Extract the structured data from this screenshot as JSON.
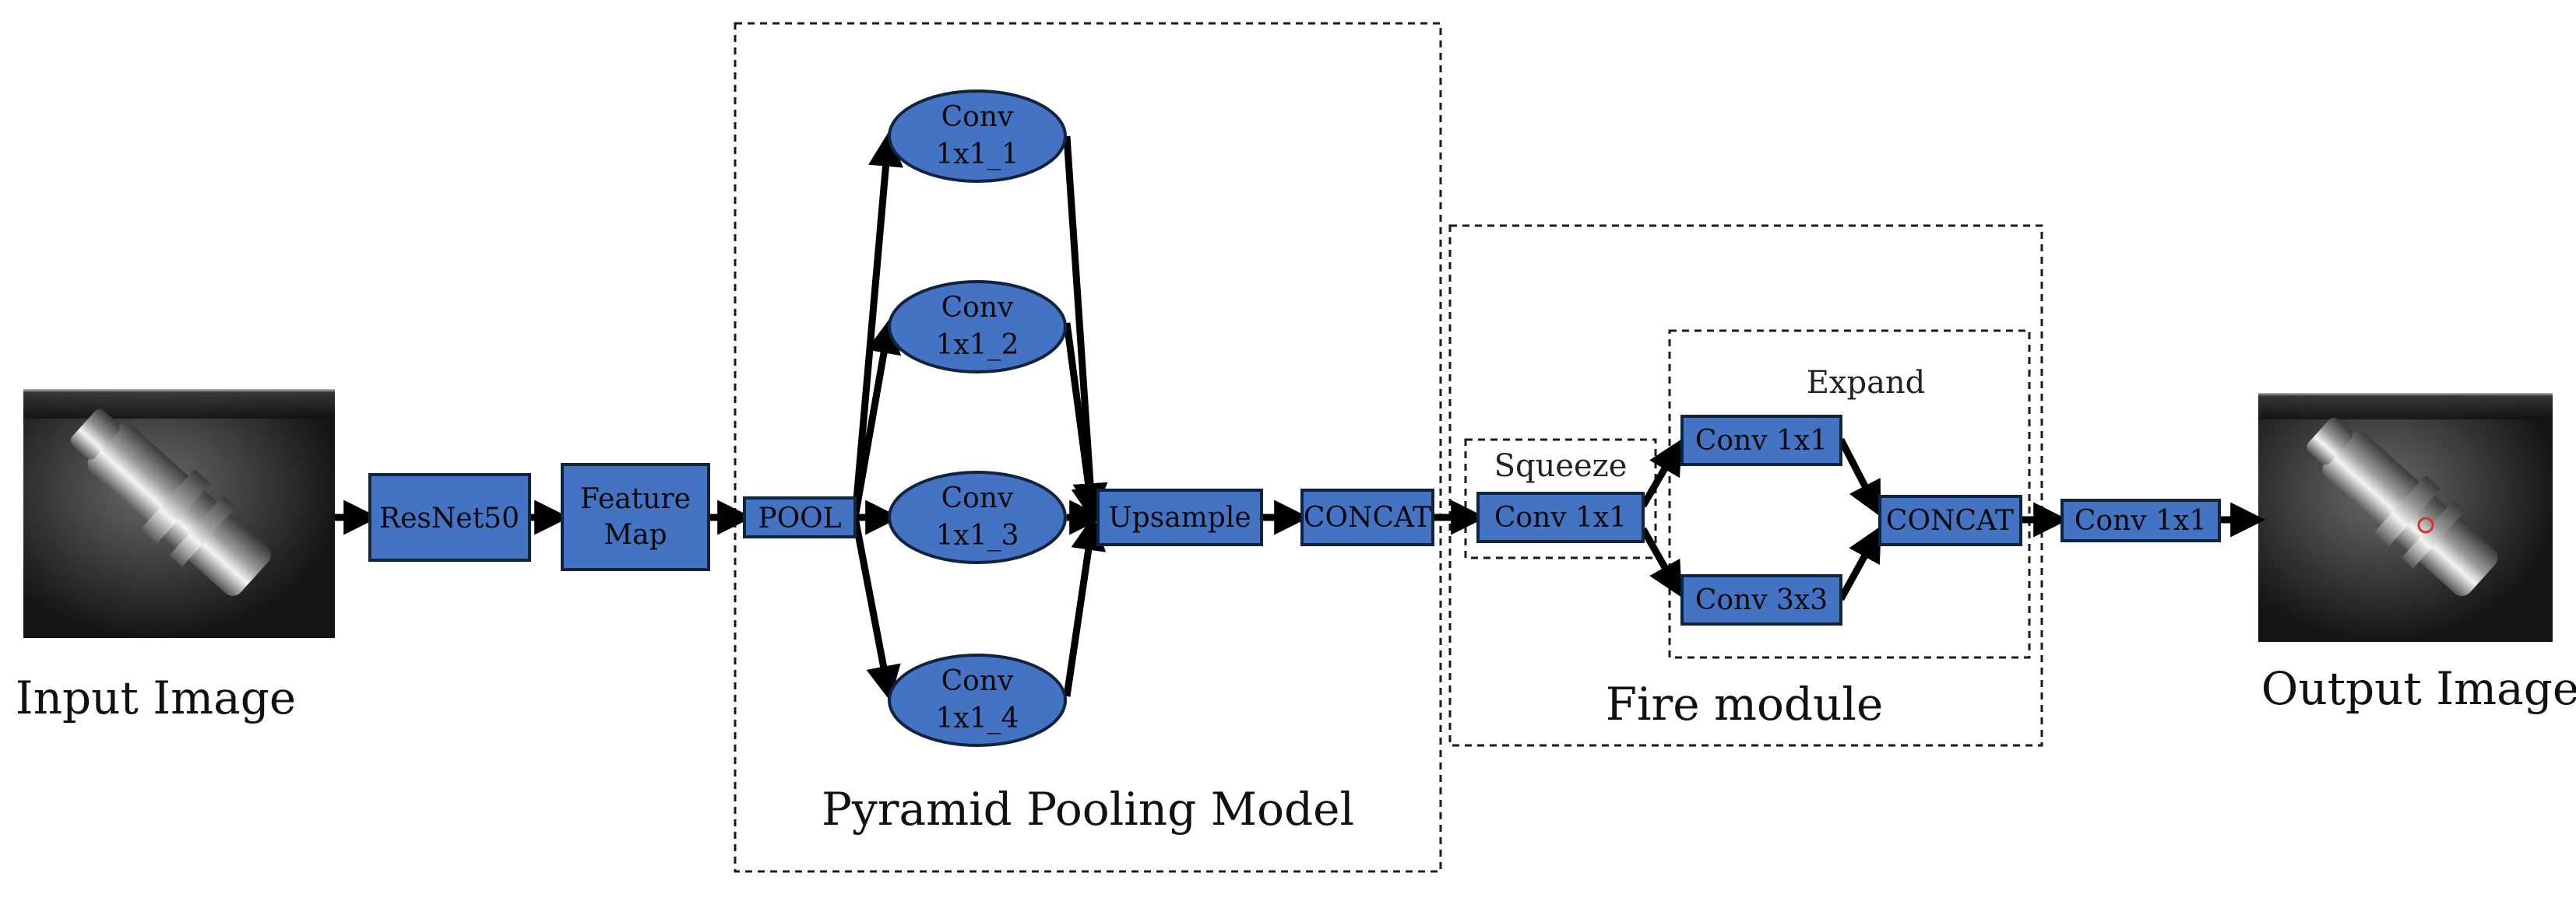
{
  "input": {
    "caption": "Input Image"
  },
  "output": {
    "caption": "Output Image"
  },
  "nodes": {
    "resnet": "ResNet50",
    "feature_map": [
      "Feature",
      "Map"
    ],
    "pool": "POOL",
    "conv1": [
      "Conv",
      "1x1_1"
    ],
    "conv2": [
      "Conv",
      "1x1_2"
    ],
    "conv3": [
      "Conv",
      "1x1_3"
    ],
    "conv4": [
      "Conv",
      "1x1_4"
    ],
    "upsample": "Upsample",
    "concat1": "CONCAT",
    "squeeze_conv": "Conv 1x1",
    "expand_conv1": "Conv 1x1",
    "expand_conv3": "Conv 3x3",
    "concat2": "CONCAT",
    "final_conv": "Conv 1x1"
  },
  "groups": {
    "ppm": "Pyramid Pooling Model",
    "fire": "Fire module",
    "squeeze": "Squeeze",
    "expand": "Expand"
  },
  "colors": {
    "node_fill": "#4473c4",
    "node_stroke": "#12233e",
    "edge": "#000000"
  }
}
